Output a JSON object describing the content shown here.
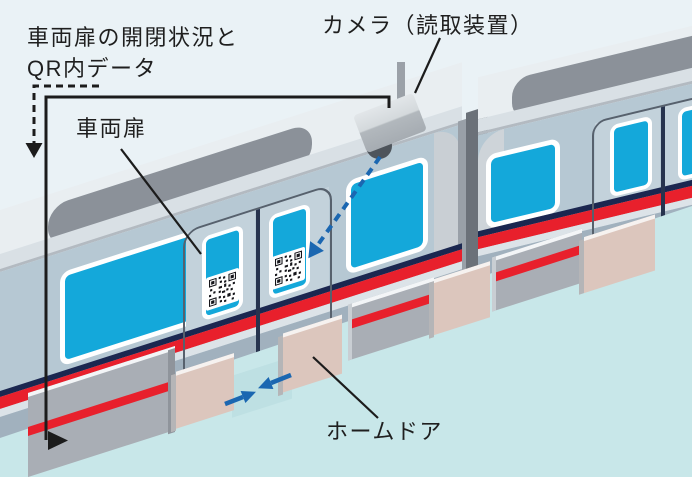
{
  "labels": {
    "flow_note_line1": "車両扉の開閉状況と",
    "flow_note_line2": "QR内データ",
    "camera": "カメラ（読取装置）",
    "vehicle_door": "車両扉",
    "platform_door": "ホームドア"
  },
  "icons": {
    "camera": "camera-reader-device-icon",
    "qr": "qr-code"
  },
  "colors": {
    "background": "#eaf2f6",
    "platform_floor": "#c8e7e9",
    "train_body": "#b6c8d3",
    "train_door": "#c3d2db",
    "window_glass": "#14a8da",
    "stripe_red": "#e8202c",
    "stripe_navy": "#1b2750",
    "roof_equipment": "#8b9199",
    "platform_wall": "#a9aeb5",
    "platform_door_panel": "#dcc6bd",
    "arrow_blue": "#1b67b1",
    "annotation_line": "#1c1c1c"
  }
}
